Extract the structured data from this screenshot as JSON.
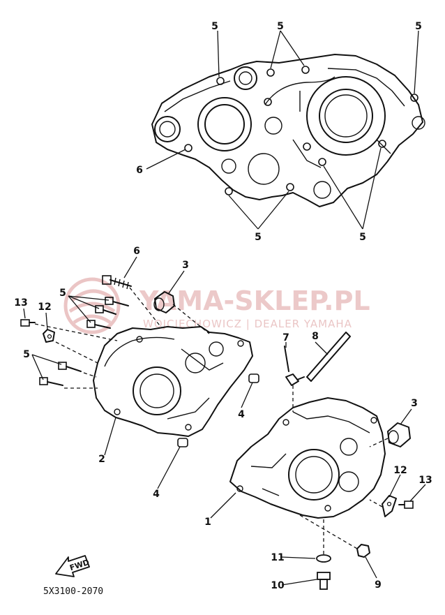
{
  "watermark": {
    "main": "YAMA-SKLEP.PL",
    "sub": "WOJCIECHOWICZ | DEALER YAMAHA"
  },
  "diagram_code": "5X3100-2070",
  "fwd_label": "FWD",
  "callouts": {
    "top_5_left": "5",
    "top_5_center": "5",
    "top_5_right": "5",
    "top_6": "6",
    "top_5_bottom_left": "5",
    "top_5_bottom_right": "5",
    "part_6": "6",
    "part_3_left": "3",
    "part_5_left_upper": "5",
    "part_5_left_lower": "5",
    "part_13_left": "13",
    "part_12_left": "12",
    "part_2": "2",
    "part_4_upper": "4",
    "part_4_lower": "4",
    "part_7": "7",
    "part_8": "8",
    "part_3_right": "3",
    "part_12_right": "12",
    "part_13_right": "13",
    "part_1": "1",
    "part_11": "11",
    "part_10": "10",
    "part_9": "9"
  }
}
